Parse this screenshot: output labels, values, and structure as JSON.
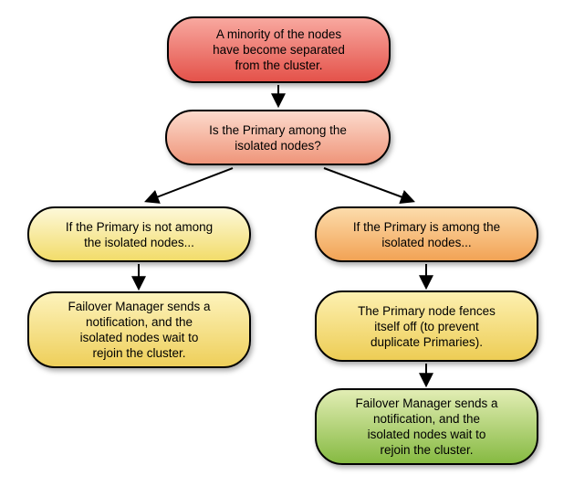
{
  "diagram": {
    "type": "flowchart",
    "background": "#ffffff",
    "stroke": "#000000",
    "arrow_color": "#000000",
    "nodes": [
      {
        "id": "minority-separated",
        "text": "A minority of the nodes\nhave become separated\nfrom the cluster.",
        "fill_top": "#f8a89f",
        "fill_bottom": "#e4524a"
      },
      {
        "id": "primary-among-question",
        "text": "Is the Primary among the\nisolated nodes?",
        "fill_top": "#fcdacc",
        "fill_bottom": "#ef957a"
      },
      {
        "id": "primary-not-among",
        "text": "If the Primary is not among\nthe isolated nodes...",
        "fill_top": "#fdf8d8",
        "fill_bottom": "#f2dc6a"
      },
      {
        "id": "primary-among",
        "text": "If the Primary is among the\nisolated nodes...",
        "fill_top": "#fcdcab",
        "fill_bottom": "#f2a355"
      },
      {
        "id": "failover-notification-left",
        "text": "Failover Manager sends a\nnotification, and the\nisolated nodes wait to\nrejoin the cluster.",
        "fill_top": "#fdf3bc",
        "fill_bottom": "#eecf5a"
      },
      {
        "id": "primary-fences-itself",
        "text": "The Primary node fences\nitself off (to prevent\nduplicate Primaries).",
        "fill_top": "#fdf0b0",
        "fill_bottom": "#edcd55"
      },
      {
        "id": "failover-notification-right",
        "text": "Failover Manager sends a\nnotification, and the\nisolated nodes wait to\nrejoin the cluster.",
        "fill_top": "#e2edb4",
        "fill_bottom": "#86ba42"
      }
    ],
    "edges": [
      {
        "from": "minority-separated",
        "to": "primary-among-question"
      },
      {
        "from": "primary-among-question",
        "to": "primary-not-among"
      },
      {
        "from": "primary-among-question",
        "to": "primary-among"
      },
      {
        "from": "primary-not-among",
        "to": "failover-notification-left"
      },
      {
        "from": "primary-among",
        "to": "primary-fences-itself"
      },
      {
        "from": "primary-fences-itself",
        "to": "failover-notification-right"
      }
    ]
  }
}
